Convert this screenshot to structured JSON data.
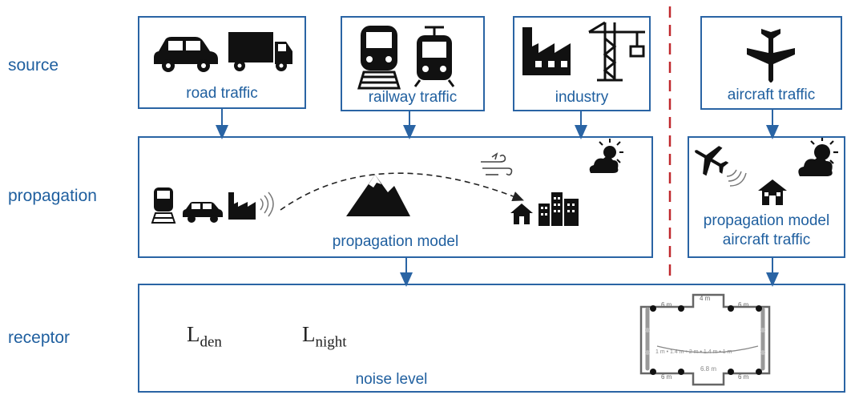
{
  "rows": {
    "source": "source",
    "propagation": "propagation",
    "receptor": "receptor"
  },
  "source": {
    "road": "road traffic",
    "railway": "railway traffic",
    "industry": "industry",
    "aircraft": "aircraft traffic"
  },
  "propagation": {
    "main": "propagation model",
    "aircraft_line1": "propagation model",
    "aircraft_line2": "aircraft traffic"
  },
  "receptor": {
    "lden_main": "L",
    "lden_sub": "den",
    "lnight_main": "L",
    "lnight_sub": "night",
    "noise": "noise level"
  },
  "schematic": {
    "top_gap": "4 m",
    "seg_a": "6 m",
    "seg_b": "6 m",
    "seg_c": "6 m",
    "seg_d": "6 m",
    "spacing": "1 m • 1.4 m • 2 m • 1.4 m • 1 m",
    "bottom_gap": "6.8 m"
  },
  "colors": {
    "accent": "#2a64a4",
    "label": "#1f5f9f",
    "divider": "#c0282d"
  }
}
